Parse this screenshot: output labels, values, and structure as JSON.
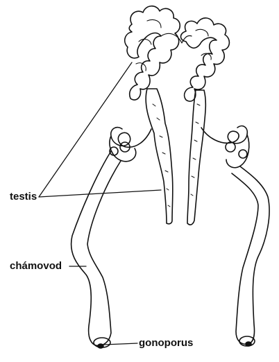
{
  "labels": {
    "testis": "testis",
    "chamovod": "chámovod",
    "gonoporus": "gonoporus"
  },
  "colors": {
    "ink": "#111111",
    "background": "#ffffff"
  }
}
